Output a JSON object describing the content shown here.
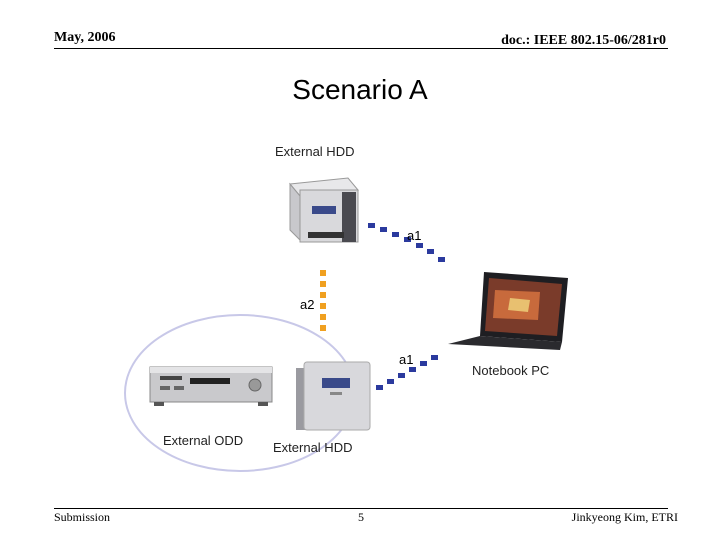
{
  "header": {
    "date": "May, 2006",
    "doc_id": "doc.: IEEE 802.15-06/281r0"
  },
  "title": "Scenario A",
  "devices": {
    "hdd_top": "External HDD",
    "hdd_bottom": "External HDD",
    "odd": "External ODD",
    "notebook": "Notebook PC"
  },
  "links": {
    "a1_top": "a1",
    "a2": "a2",
    "a1_bottom": "a1"
  },
  "footer": {
    "left": "Submission",
    "page": "5",
    "right": "Jinkyeong Kim, ETRI"
  },
  "colors": {
    "link_a1": "#2b3a9e",
    "link_a2": "#f0a020",
    "ellipse": "#c8c8e8"
  }
}
